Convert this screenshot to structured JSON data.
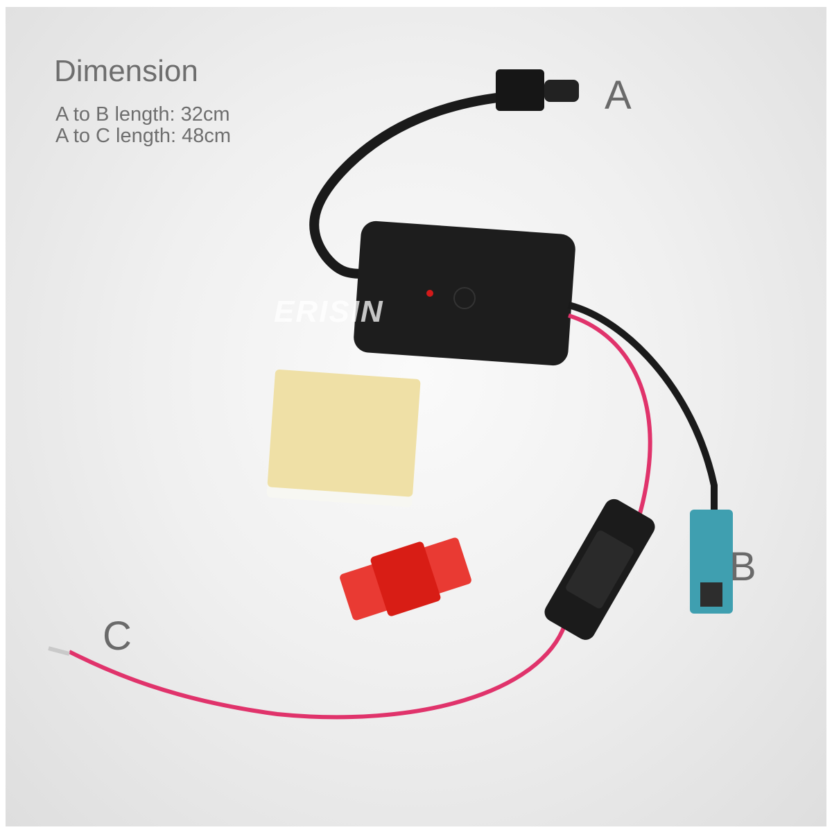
{
  "heading": "Dimension",
  "dimensions": [
    "A to B length: 32cm",
    "A to C length: 48cm"
  ],
  "labels": {
    "a": "A",
    "b": "B",
    "c": "C"
  },
  "watermark": "ERISIN",
  "colors": {
    "cable": "#1a1a1a",
    "power_wire": "#e0336b",
    "connector_b": "#3f9fb0",
    "splice": "#e8261e",
    "pad": "#efe0a6"
  }
}
